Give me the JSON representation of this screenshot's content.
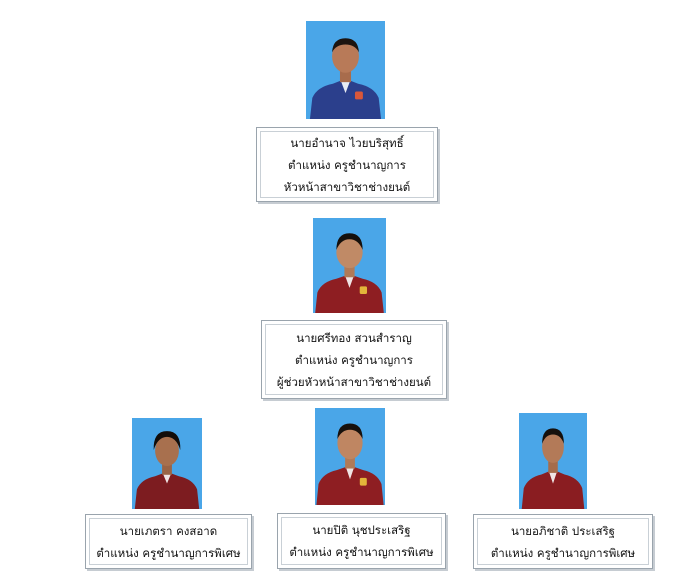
{
  "colors": {
    "photo_background": "#4aa6e8",
    "uniform_blue": "#2b3f8c",
    "uniform_red": "#8e1e22",
    "card_border": "#9aa4ad"
  },
  "members": [
    {
      "name": "นายอำนาจ ไวยบริสุทธิ์",
      "position": "ตำแหน่ง ครูชำนาญการ",
      "role": "หัวหน้าสาขาวิชาช่างยนต์",
      "photo_icon": "portrait-icon"
    },
    {
      "name": "นายศรีทอง สวนสำราญ",
      "position": "ตำแหน่ง ครูชำนาญการ",
      "role": "ผู้ช่วยหัวหน้าสาขาวิชาช่างยนต์",
      "photo_icon": "portrait-icon"
    },
    {
      "name": "นายเภตรา คงสอาด",
      "position": "ตำแหน่ง ครูชำนาญการพิเศษ",
      "photo_icon": "portrait-icon"
    },
    {
      "name": "นายปิติ นุชประเสริฐ",
      "position": "ตำแหน่ง ครูชำนาญการพิเศษ",
      "photo_icon": "portrait-icon"
    },
    {
      "name": "นายอภิชาติ ประเสริฐ",
      "position": "ตำแหน่ง ครูชำนาญการพิเศษ",
      "photo_icon": "portrait-icon"
    }
  ]
}
